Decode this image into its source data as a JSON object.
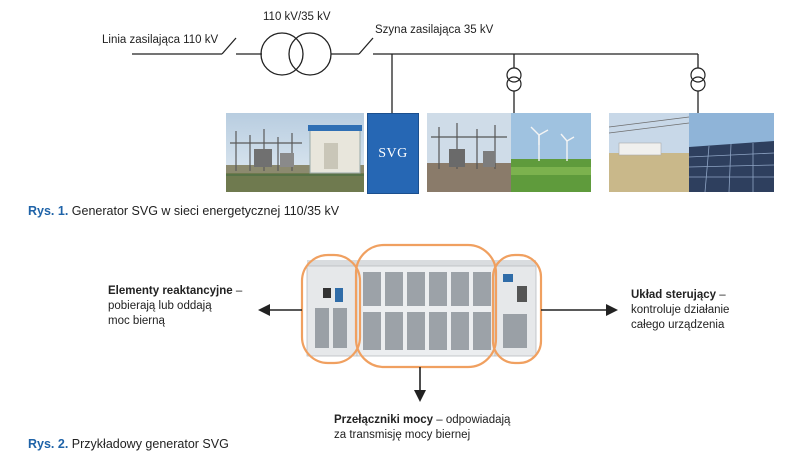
{
  "fig1": {
    "label_feed_line": "Linia zasilająca 110 kV",
    "label_transformer": "110 kV/35 kV",
    "label_busbar": "Szyna zasilająca 35 kV",
    "svg_block": "SVG",
    "caption_num": "Rys. 1.",
    "caption_text": "Generator SVG w sieci energetycznej 110/35 kV"
  },
  "fig2": {
    "left_title": "Elementy reaktancyjne",
    "left_text_1": " –",
    "left_text_2": "pobierają lub oddają",
    "left_text_3": "moc bierną",
    "right_title": "Układ sterujący",
    "right_text_1": " –",
    "right_text_2": "kontroluje działanie",
    "right_text_3": "całego urządzenia",
    "bottom_title": "Przełączniki mocy",
    "bottom_text_1": " – odpowiadają",
    "bottom_text_2": "za transmisję mocy biernej",
    "caption_num": "Rys. 2.",
    "caption_text": "Przykładowy generator SVG"
  },
  "colors": {
    "accent_blue": "#1f63a8",
    "svg_block_blue": "#2667b4",
    "highlight_orange": "#f0a060"
  }
}
